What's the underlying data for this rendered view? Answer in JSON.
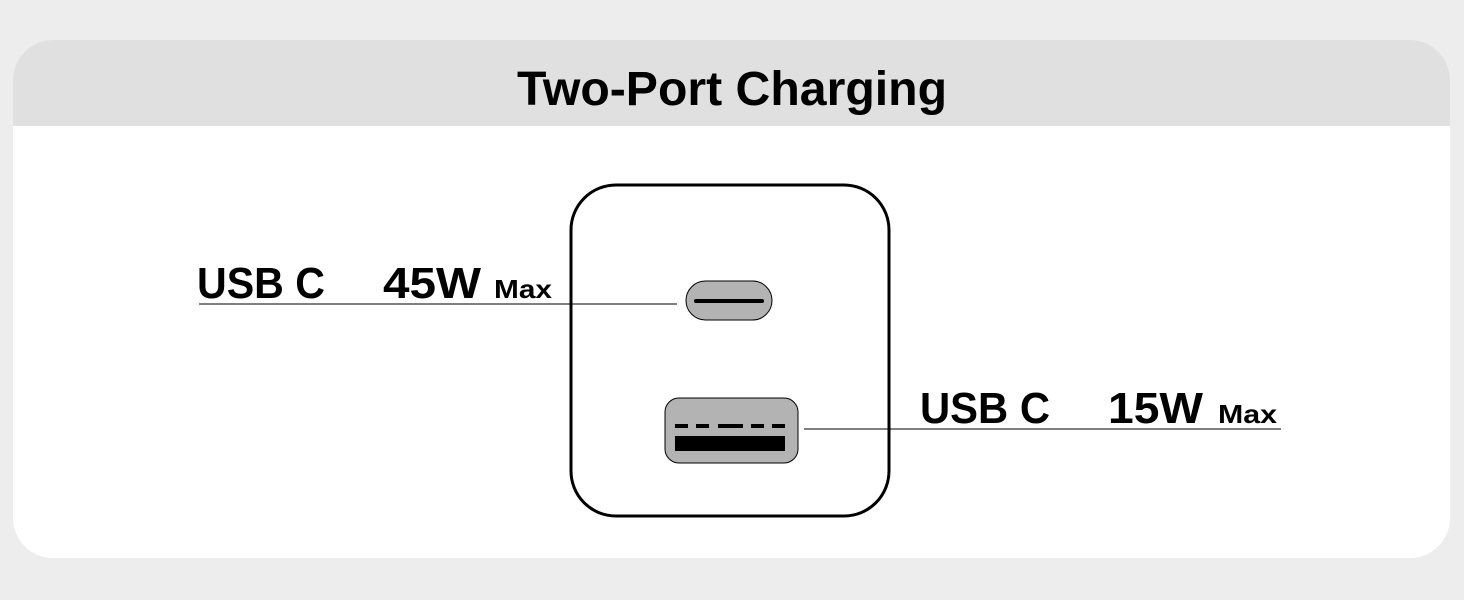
{
  "title": "Two-Port Charging",
  "ports": [
    {
      "type": "USB C",
      "power": "45W",
      "suffix": "Max",
      "port_icon": "usb-c-port-icon"
    },
    {
      "type": "USB C",
      "power": "15W",
      "suffix": "Max",
      "port_icon": "usb-a-port-icon"
    }
  ],
  "colors": {
    "background": "#ededed",
    "header": "#e0e0e0",
    "card": "#ffffff",
    "port_fill": "#b3b3b3"
  }
}
